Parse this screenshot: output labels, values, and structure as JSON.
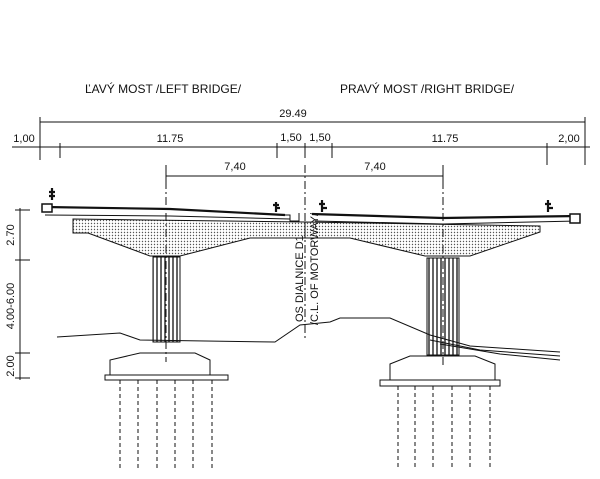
{
  "titles": {
    "left": "ĽAVÝ MOST /LEFT BRIDGE/",
    "right": "PRAVÝ MOST /RIGHT BRIDGE/"
  },
  "dimensions": {
    "total": "29.49",
    "row2": [
      "1,00",
      "11.75",
      "1,50",
      "1,50",
      "11.75",
      "2,00"
    ],
    "row3": [
      "7,40",
      "7,40"
    ],
    "vertical": [
      "2.70",
      "4.00-6.00",
      "2.00"
    ]
  },
  "centerline": {
    "line1": "OS DIALNICE D1",
    "line2": "/C.L. OF MOTORWAY/"
  }
}
